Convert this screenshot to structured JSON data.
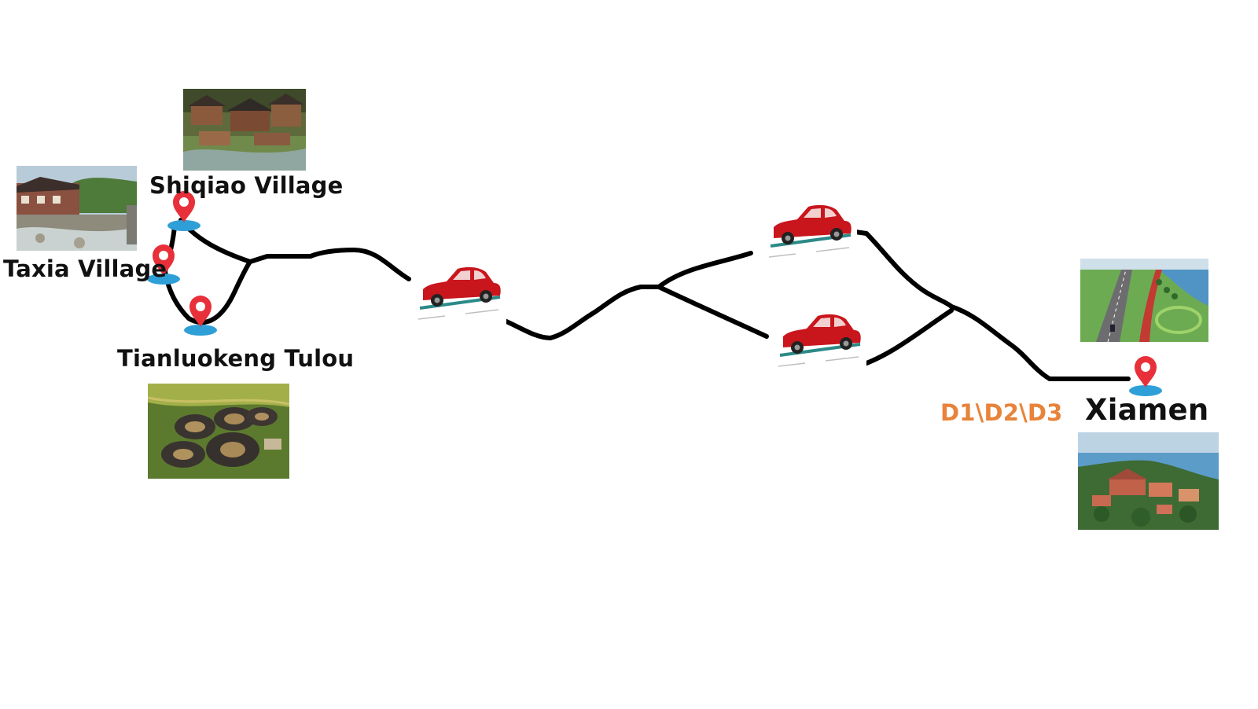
{
  "places": {
    "shiqiao": {
      "name": "Shiqiao Village"
    },
    "taxia": {
      "name": "Taxia Village"
    },
    "tianluokeng": {
      "name": "Tianluokeng Tulou"
    },
    "xiamen": {
      "name": "Xiamen",
      "days": "D1\\D2\\D3"
    }
  },
  "icons": {
    "pin": "map-pin-icon",
    "car": "car-icon"
  },
  "colors": {
    "route": "#000000",
    "pin": "#e8303a",
    "pin_base": "#2f9fd8",
    "car_body": "#c9151c",
    "road": "#2c8a87",
    "days_text": "#e8833a"
  }
}
